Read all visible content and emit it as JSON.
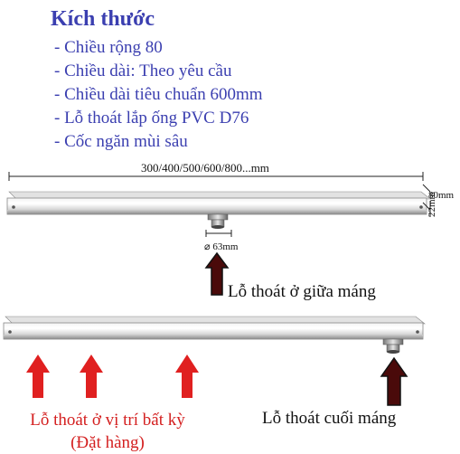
{
  "spec": {
    "title": "Kích thước",
    "items": [
      "- Chiều rộng 80",
      "- Chiều dài: Theo yêu cầu",
      "- Chiều dài tiêu chuẩn 600mm",
      "- Lỗ thoát lắp ống PVC D76",
      "- Cốc ngăn mùi sâu"
    ]
  },
  "dimensions": {
    "length": "300/400/500/600/800...mm",
    "width": "80mm",
    "height": "22mm",
    "diameter": "63mm"
  },
  "labels": {
    "middle_outlet": "Lỗ thoát ở giữa máng",
    "end_outlet": "Lỗ thoát cuối máng",
    "any_outlet_line1": "Lỗ thoát ở vị trí bất kỳ",
    "any_outlet_line2": "(Đặt hàng)"
  },
  "colors": {
    "heading": "#3b3fb0",
    "arrow_dark": "#4a0a0a",
    "arrow_red": "#e02020",
    "red_text": "#d42020"
  }
}
